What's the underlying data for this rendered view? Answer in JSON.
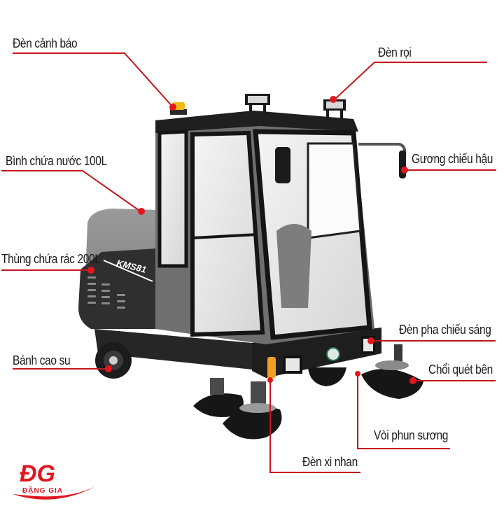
{
  "diagram": {
    "subject": "KMS81 ride-on sweeper with enclosed cab",
    "model_badge": "KMS81",
    "line_color": "#c4161c",
    "labels": [
      {
        "id": "warning-light",
        "text": "Đèn cảnh báo"
      },
      {
        "id": "work-light",
        "text": "Đèn rọi"
      },
      {
        "id": "water-tank",
        "text": "Bình chứa nước 100L"
      },
      {
        "id": "rear-mirror",
        "text": "Gương chiếu hậu"
      },
      {
        "id": "dust-bin",
        "text": "Thùng chứa rác 200L"
      },
      {
        "id": "headlight",
        "text": "Đèn pha chiếu sáng"
      },
      {
        "id": "rubber-wheel",
        "text": "Bánh cao su"
      },
      {
        "id": "side-brush",
        "text": "Chổi quét bên"
      },
      {
        "id": "mist-nozzle",
        "text": "Vòi phun sương"
      },
      {
        "id": "turn-signal",
        "text": "Đèn xi nhan"
      }
    ]
  },
  "logo": {
    "monogram": "ĐG",
    "brand": "ĐẶNG GIA",
    "color": "#e0171f"
  }
}
